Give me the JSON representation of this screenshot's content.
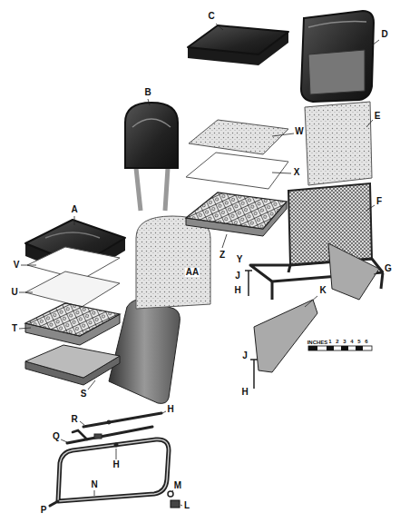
{
  "diagram": {
    "labels": [
      "C",
      "D",
      "B",
      "E",
      "W",
      "F",
      "X",
      "Z",
      "A",
      "V",
      "Y",
      "J",
      "H",
      "G",
      "AA",
      "U",
      "K",
      "INCHES",
      "1",
      "2",
      "3",
      "4",
      "5",
      "6",
      "T",
      "J",
      "H",
      "S",
      "R",
      "H",
      "Q",
      "H",
      "N",
      "M",
      "L",
      "P"
    ]
  }
}
